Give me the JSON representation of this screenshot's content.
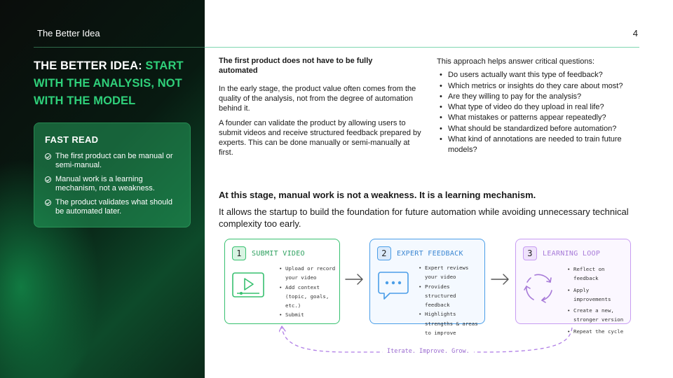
{
  "header": {
    "title": "The Better Idea",
    "page_number": "4"
  },
  "title": {
    "prefix": "THE BETTER IDEA:",
    "accent": "START WITH THE ANALYSIS, NOT WITH THE MODEL"
  },
  "fast_read": {
    "heading": "FAST READ",
    "items": [
      "The first product can be manual or semi-manual.",
      "Manual work is a learning mechanism, not a weakness.",
      "The product validates what should be automated later."
    ]
  },
  "col1": {
    "subheading": "The first product does not have to be fully automated",
    "p1": "In the early stage, the product value often comes from the quality of the analysis, not from the degree of automation behind it.",
    "p2": "A founder can validate the product by allowing users to submit videos and receive structured feedback prepared by experts. This can be done manually or semi-manually at first."
  },
  "col2": {
    "intro": "This approach helps answer critical questions:",
    "questions": [
      "Do users actually want this type of feedback?",
      "Which metrics or insights do they care about most?",
      "Are they willing to pay for the analysis?",
      "What type of video do they upload in real life?",
      "What mistakes or patterns appear repeatedly?",
      "What should be standardized before automation?",
      "What kind of annotations are needed to train future models?"
    ]
  },
  "highlight": "At this stage, manual work is not a weakness. It is a learning mechanism.",
  "body": "It allows the startup to build the foundation for future automation while avoiding unnecessary technical complexity too early.",
  "steps": [
    {
      "num": "1",
      "title": "SUBMIT VIDEO",
      "icon": "video-play-icon",
      "color": "#37c06f",
      "bullets": [
        "Upload or record your video",
        "Add context (topic, goals, etc.)",
        "Submit"
      ]
    },
    {
      "num": "2",
      "title": "EXPERT FEEDBACK",
      "icon": "chat-bubble-icon",
      "color": "#4b9ee8",
      "bullets": [
        "Expert reviews your video",
        "Provides structured feedback",
        "Highlights strengths & areas to improve"
      ]
    },
    {
      "num": "3",
      "title": "LEARNING LOOP",
      "icon": "cycle-arrows-icon",
      "color": "#c79cf2",
      "bullets": [
        "Reflect on feedback",
        "Apply improvements",
        "Create a new, stronger version",
        "Repeat the cycle"
      ]
    }
  ],
  "loop_label": "Iterate. Improve. Grow."
}
